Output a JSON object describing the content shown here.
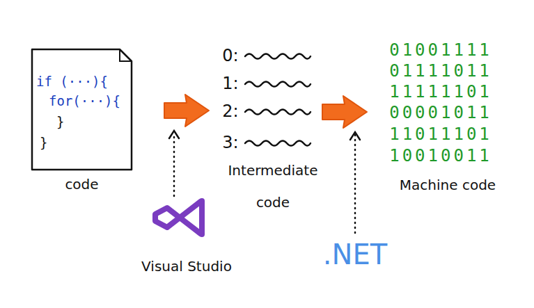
{
  "diagram": {
    "nodes": [
      {
        "text": [
          "if (···){",
          "for(···){",
          "}",
          "}",
          "code"
        ]
      }
    ],
    "labels": [
      "0:",
      "1:",
      "2:",
      "3:",
      "Intermediate code",
      "01001111",
      "01111011",
      "11111101",
      "00001011",
      "11011101",
      "10010011",
      "Machine code",
      "Visual Studio",
      ".NET"
    ]
  }
}
